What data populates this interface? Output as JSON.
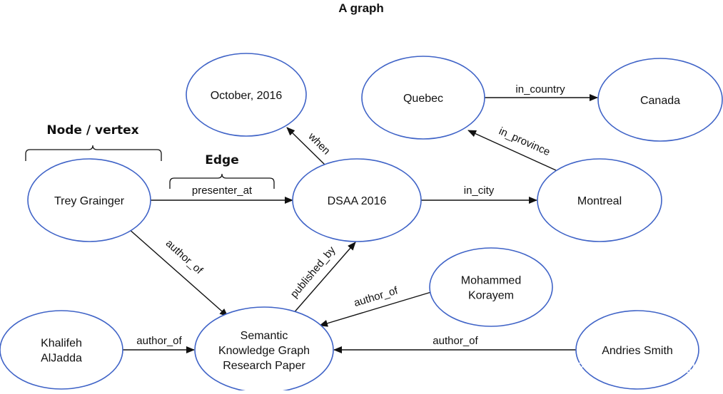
{
  "title": "A graph",
  "annotations": {
    "node_label": "Node / vertex",
    "edge_label": "Edge"
  },
  "nodes": [
    {
      "id": "trey",
      "lines": [
        "Trey Grainger"
      ]
    },
    {
      "id": "october",
      "lines": [
        "October, 2016"
      ]
    },
    {
      "id": "dsaa",
      "lines": [
        "DSAA 2016"
      ]
    },
    {
      "id": "quebec",
      "lines": [
        "Quebec"
      ]
    },
    {
      "id": "canada",
      "lines": [
        "Canada"
      ]
    },
    {
      "id": "montreal",
      "lines": [
        "Montreal"
      ]
    },
    {
      "id": "mohammed",
      "lines": [
        "Mohammed",
        "Korayem"
      ]
    },
    {
      "id": "khalifeh",
      "lines": [
        "Khalifeh",
        "AlJadda"
      ]
    },
    {
      "id": "paper",
      "lines": [
        "Semantic",
        "Knowledge Graph",
        "Research Paper"
      ]
    },
    {
      "id": "andries",
      "lines": [
        "Andries Smith"
      ]
    }
  ],
  "edges": [
    {
      "from": "trey",
      "to": "dsaa",
      "label": "presenter_at"
    },
    {
      "from": "dsaa",
      "to": "october",
      "label": "when"
    },
    {
      "from": "dsaa",
      "to": "montreal",
      "label": "in_city"
    },
    {
      "from": "montreal",
      "to": "quebec",
      "label": "in_province"
    },
    {
      "from": "quebec",
      "to": "canada",
      "label": "in_country"
    },
    {
      "from": "trey",
      "to": "paper",
      "label": "author_of"
    },
    {
      "from": "paper",
      "to": "dsaa",
      "label": "published_by"
    },
    {
      "from": "mohammed",
      "to": "paper",
      "label": "author_of"
    },
    {
      "from": "khalifeh",
      "to": "paper",
      "label": "author_of"
    },
    {
      "from": "andries",
      "to": "paper",
      "label": "author_of"
    }
  ],
  "watermark": "掘金技术社区 @ 数据智能老司机",
  "colors": {
    "node_border": "#3f63c7",
    "text": "#111111",
    "background": "#ffffff"
  }
}
